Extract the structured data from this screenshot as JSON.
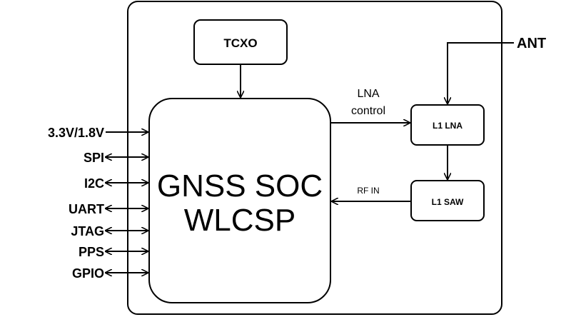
{
  "diagram": {
    "blocks": {
      "tcxo": "TCXO",
      "soc_line1": "GNSS SOC",
      "soc_line2": "WLCSP",
      "lna": "L1 LNA",
      "saw": "L1 SAW"
    },
    "labels": {
      "ant": "ANT",
      "lna_control_line1": "LNA",
      "lna_control_line2": "control",
      "rf_in": "RF IN"
    },
    "interfaces": [
      "3.3V/1.8V",
      "SPI",
      "I2C",
      "UART",
      "JTAG",
      "PPS",
      "GPIO"
    ]
  }
}
